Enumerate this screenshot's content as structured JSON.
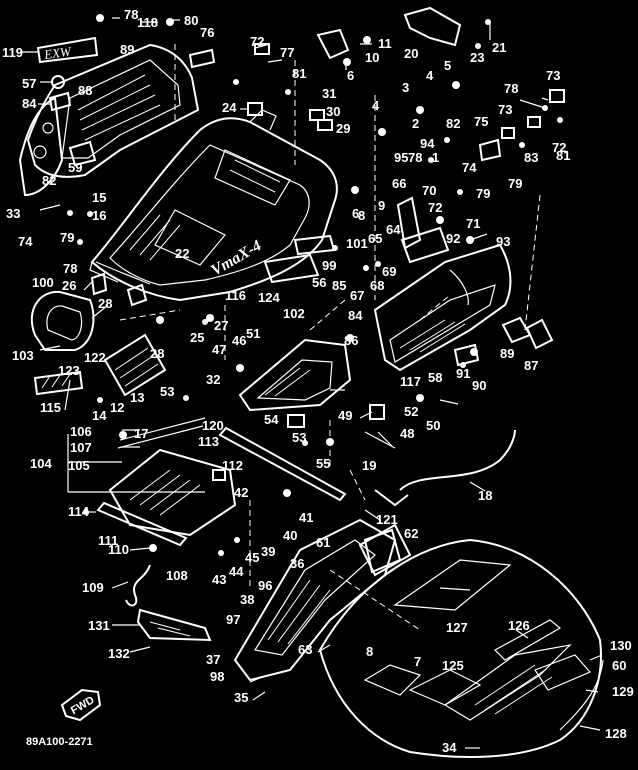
{
  "diagram": {
    "catalog_code": "89A100-2271",
    "model_badge": "VmaX-4",
    "fwd_label": "FWD",
    "part_numbers": [
      "1",
      "2",
      "3",
      "4",
      "5",
      "6",
      "7",
      "8",
      "9",
      "10",
      "11",
      "12",
      "13",
      "14",
      "15",
      "16",
      "17",
      "18",
      "19",
      "20",
      "21",
      "22",
      "23",
      "24",
      "25",
      "26",
      "27",
      "28",
      "29",
      "30",
      "31",
      "32",
      "33",
      "34",
      "35",
      "36",
      "37",
      "38",
      "39",
      "40",
      "41",
      "42",
      "43",
      "44",
      "45",
      "46",
      "47",
      "48",
      "49",
      "50",
      "51",
      "52",
      "53",
      "54",
      "55",
      "56",
      "57",
      "58",
      "59",
      "60",
      "61",
      "62",
      "63",
      "64",
      "65",
      "66",
      "67",
      "68",
      "69",
      "70",
      "71",
      "72",
      "73",
      "74",
      "75",
      "76",
      "77",
      "78",
      "79",
      "80",
      "81",
      "82",
      "83",
      "84",
      "85",
      "86",
      "87",
      "88",
      "89",
      "90",
      "91",
      "92",
      "93",
      "94",
      "95",
      "96",
      "97",
      "98",
      "99",
      "100",
      "101",
      "102",
      "103",
      "104",
      "105",
      "106",
      "107",
      "108",
      "109",
      "110",
      "111",
      "112",
      "113",
      "114",
      "115",
      "116",
      "117",
      "118",
      "119",
      "120",
      "121",
      "122",
      "123",
      "124",
      "125",
      "126",
      "127",
      "128",
      "129",
      "130",
      "131",
      "132"
    ]
  }
}
